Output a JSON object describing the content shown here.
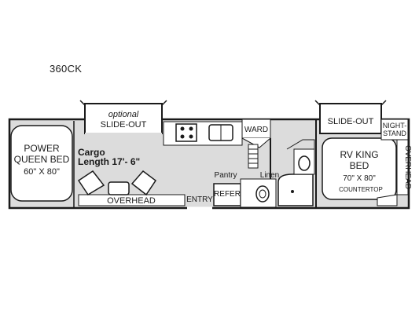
{
  "model": "360CK",
  "labels": {
    "slide_out_optional": "optional",
    "slide_out_left": "SLIDE-OUT",
    "power_queen_bed_line1": "POWER",
    "power_queen_bed_line2": "QUEEN BED",
    "power_queen_bed_size": "60\" X 80\"",
    "cargo_line1": "Cargo",
    "cargo_line2": "Length 17'- 6\"",
    "overhead_front": "OVERHEAD",
    "entry": "ENTRY",
    "refer": "REFER",
    "pantry": "Pantry",
    "linen": "Linen",
    "ward": "WARD",
    "slide_out_right": "SLIDE-OUT",
    "night_stand_line1": "NIGHT-",
    "night_stand_line2": "STAND",
    "rv_king_bed_line1": "RV KING",
    "rv_king_bed_line2": "BED",
    "rv_king_bed_size": "70\" X 80\"",
    "countertop": "COUNTERTOP",
    "overhead_rear": "OVERHEAD"
  },
  "colors": {
    "wall": "#1a1a1a",
    "interior": "#dcdcdc",
    "fixture": "#ffffff"
  }
}
